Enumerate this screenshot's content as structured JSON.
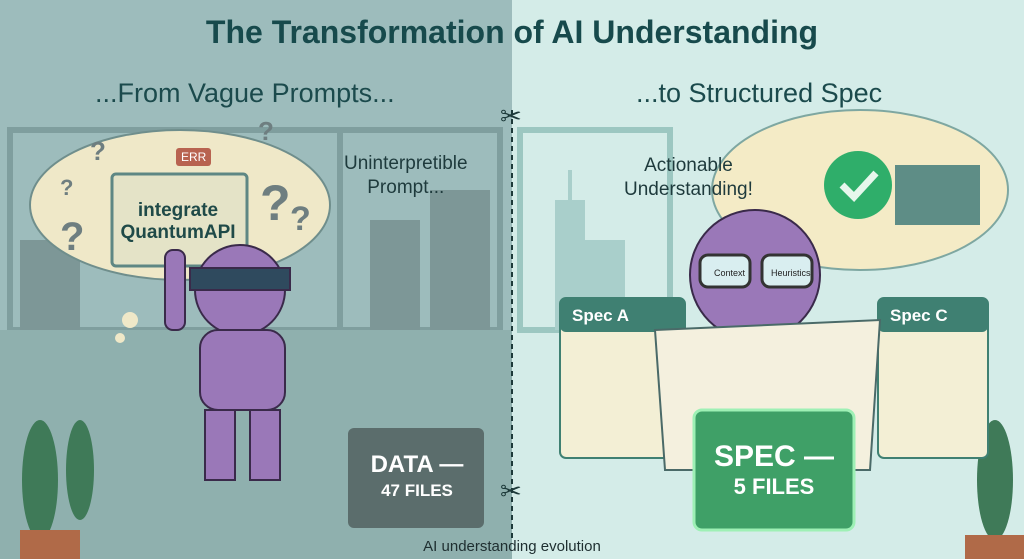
{
  "title": "The Transformation of AI Understanding",
  "left": {
    "subtitle": "...From Vague Prompts...",
    "caption_line1": "Uninterpretible",
    "caption_line2": "Prompt...",
    "thought": {
      "badge": "ERR",
      "line1": "integrate",
      "line2": "QuantumAPI"
    },
    "folder": {
      "line1": "DATA —",
      "line2": "47 FILES"
    }
  },
  "right": {
    "subtitle": "...to Structured Spec",
    "caption_line1": "Actionable",
    "caption_line2": "Understanding!",
    "glasses": {
      "left": "Context",
      "right": "Heuristics"
    },
    "cards": [
      "Spec A",
      "Spec C"
    ],
    "folder": {
      "line1": "SPEC —",
      "line2": "5 FILES"
    }
  },
  "caption": "AI understanding evolution",
  "colors": {
    "robot": "#9a78b8",
    "folder_left": "#5b6d6c",
    "folder_right": "#3fa067",
    "check": "#2fae6a",
    "title": "#174a4c"
  }
}
